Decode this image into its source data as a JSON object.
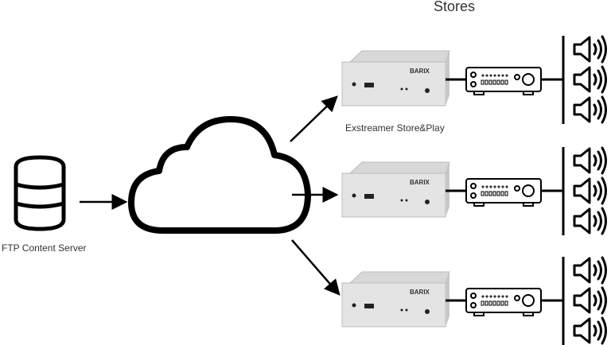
{
  "title": "Stores",
  "server": {
    "label": "FTP Content Server",
    "icon": "database-icon"
  },
  "cloud": {
    "icon": "cloud-icon"
  },
  "device": {
    "label": "Exstreamer Store&Play",
    "brand": "BARIX"
  },
  "stores": [
    {
      "speakers": 3
    },
    {
      "speakers": 3
    },
    {
      "speakers": 3
    }
  ],
  "colors": {
    "line": "#000000",
    "device_body": "#e4e4e4",
    "text": "#333333"
  }
}
